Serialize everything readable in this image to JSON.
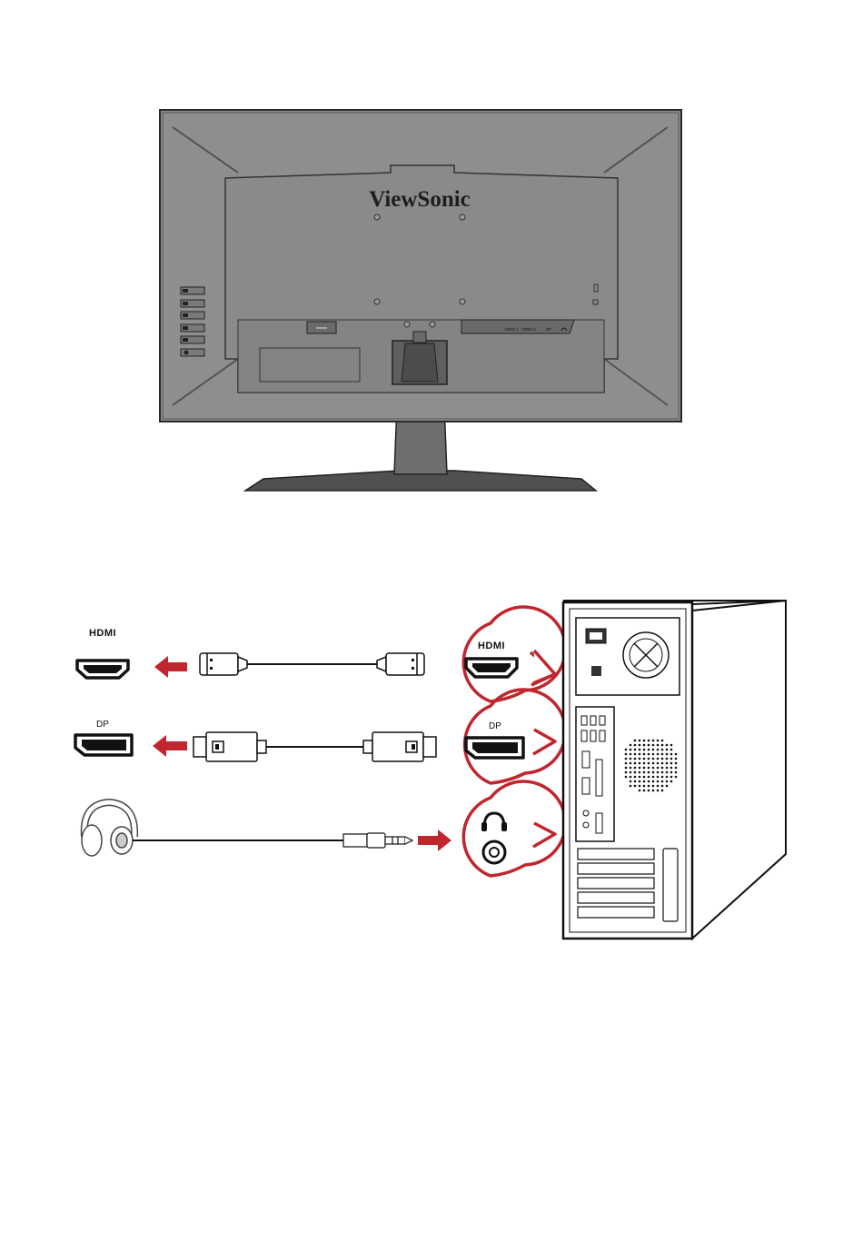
{
  "monitor": {
    "brand": "ViewSonic",
    "port_labels": [
      "HDMI 1",
      "HDMI 2",
      "DP"
    ]
  },
  "connections": {
    "hdmi": {
      "logo_text": "HDMI"
    },
    "dp": {
      "label": "DP"
    },
    "audio": {
      "icon": "headphones-icon"
    }
  },
  "colors": {
    "accent": "#c0262d",
    "monitor_body": "#8a8a8a",
    "outline": "#2a2a2a"
  }
}
